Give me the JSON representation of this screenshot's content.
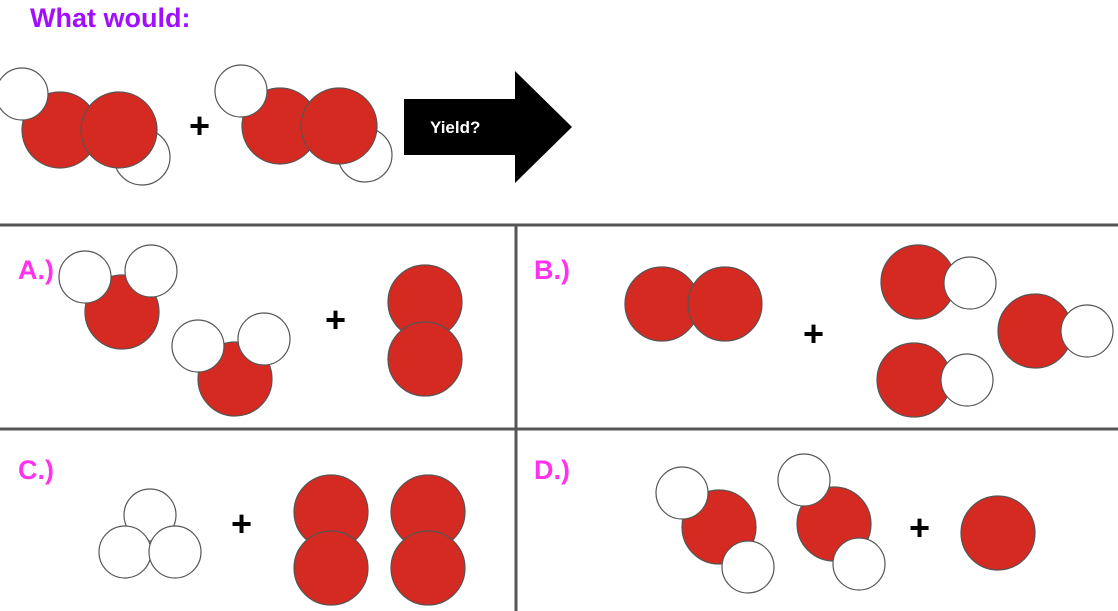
{
  "question": {
    "title": "What would:"
  },
  "reaction": {
    "arrow_label": "Yield?",
    "plus": "+"
  },
  "options": [
    {
      "label": "A.)"
    },
    {
      "label": "B.)"
    },
    {
      "label": "C.)"
    },
    {
      "label": "D.)"
    }
  ],
  "colors": {
    "title": "#a010ff",
    "option_label": "#ff33ee",
    "red_atom": "#d42a22",
    "white_atom": "#ffffff",
    "grid_line": "#555555",
    "arrow": "#000000"
  }
}
